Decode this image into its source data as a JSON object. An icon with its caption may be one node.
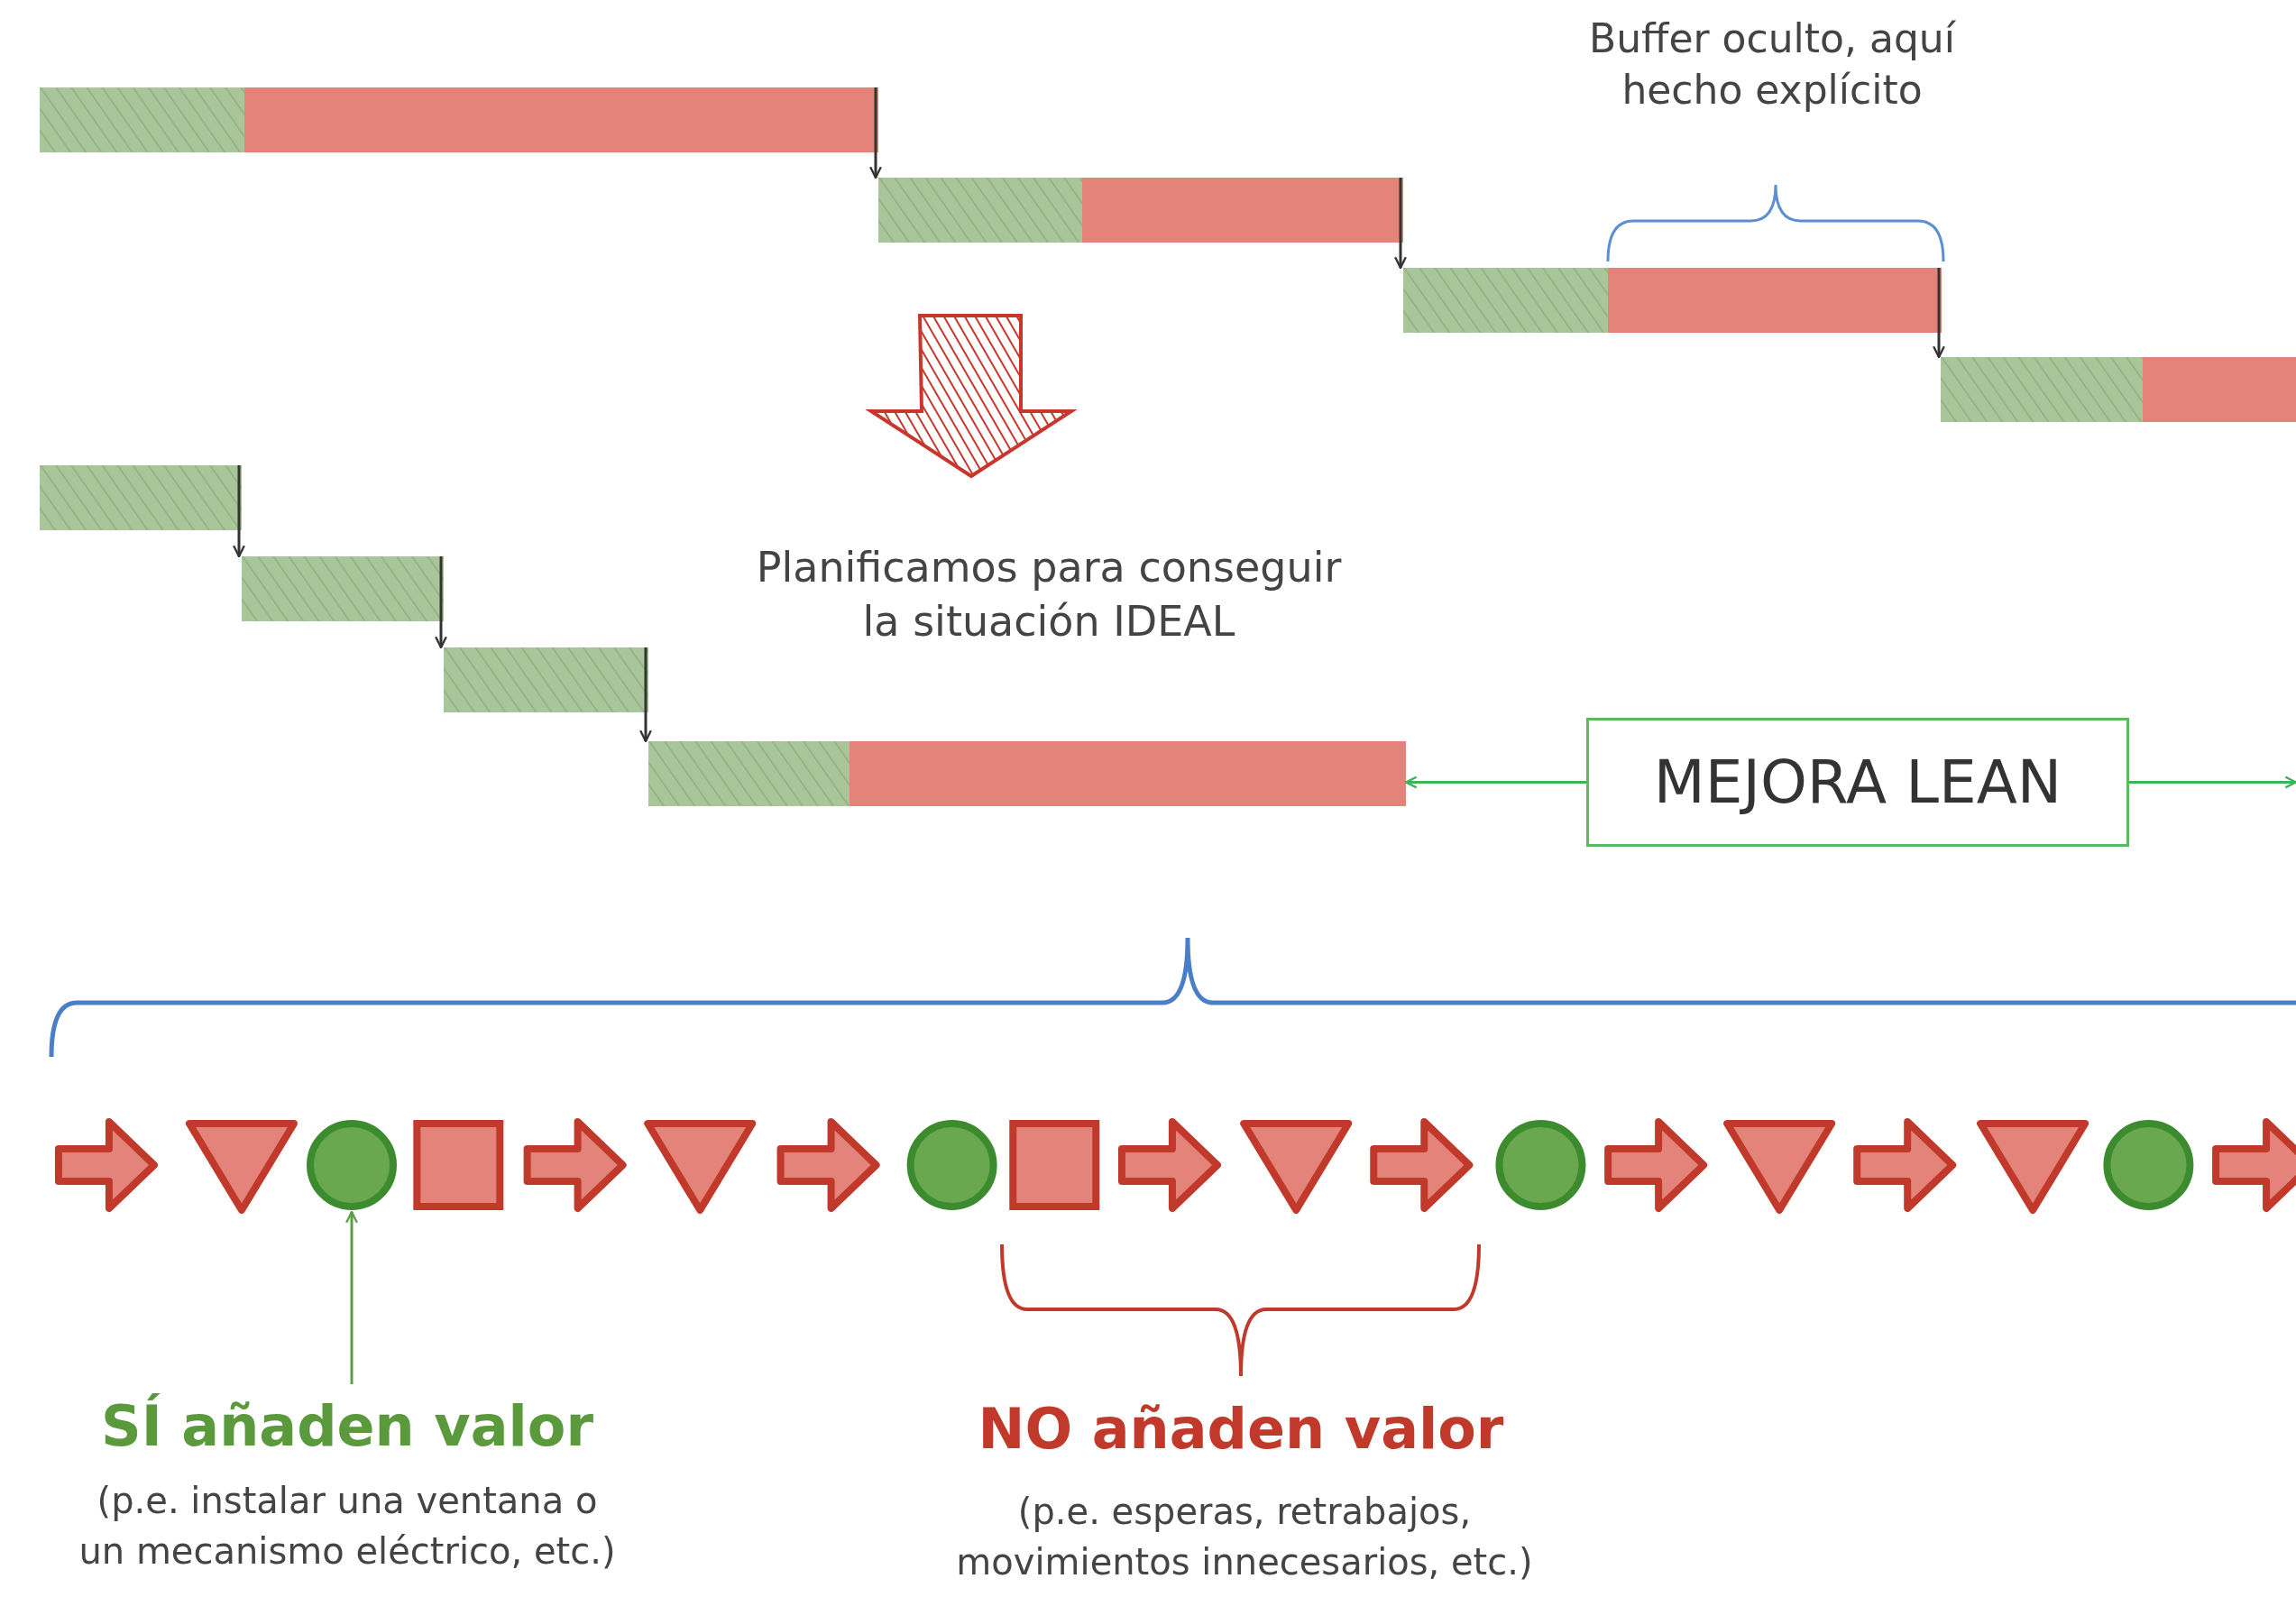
{
  "diagram": {
    "nodes": [
      {
        "text": [],
        "shape": "bar"
      },
      {
        "text": [],
        "shape": "bar"
      },
      {
        "text": [],
        "shape": "bar"
      },
      {
        "text": [],
        "shape": "bar"
      },
      {
        "text": [],
        "shape": "bar"
      },
      {
        "text": [],
        "shape": "bar"
      },
      {
        "text": [],
        "shape": "bar"
      },
      {
        "text": [],
        "shape": "bar"
      },
      {
        "text": [
          "MEJORA LEAN"
        ]
      },
      {
        "text": [
          "SÍ añaden valor",
          "(p.e. instalar una ventana o un mecanismo eléctrico, etc.)"
        ]
      },
      {
        "text": [],
        "shape": "circle"
      }
    ],
    "edges": [
      {
        "from": 0,
        "to": 1,
        "arrow": "to"
      },
      {
        "from": 1,
        "to": 2,
        "arrow": "to"
      },
      {
        "from": 2,
        "to": 3,
        "arrow": "to"
      },
      {
        "from": 4,
        "to": 5,
        "arrow": "to"
      },
      {
        "from": 5,
        "to": 6,
        "arrow": "to"
      },
      {
        "from": 6,
        "to": 7,
        "arrow": "to"
      },
      {
        "from": 8,
        "to": 7,
        "arrow": "to",
        "color": "#3cb55a"
      },
      {
        "from": 8,
        "to": null,
        "arrow": "to",
        "color": "#3cb55a"
      },
      {
        "from": 9,
        "to": 10,
        "arrow": "to",
        "color": "#5a9e47"
      }
    ],
    "labels": [
      "Buffer oculto, aquí hecho explícito",
      "Planificamos para conseguir la situación IDEAL",
      "NO añaden valor",
      "(p.e. esperas, retrabajos, movimientos innecesarios, etc.)"
    ]
  }
}
